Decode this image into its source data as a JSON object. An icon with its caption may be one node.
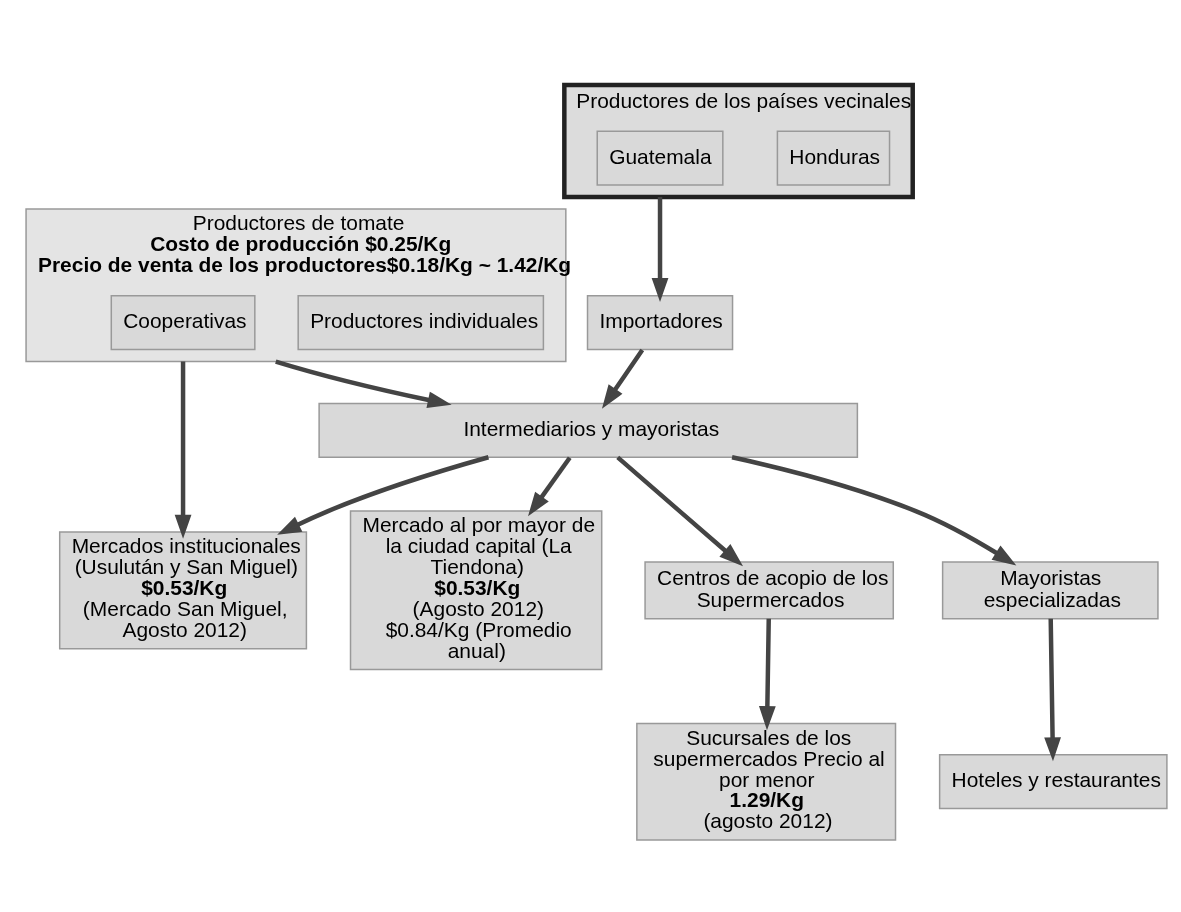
{
  "diagram": {
    "nodes": [
      {
        "text": [
          "Productores de tomate",
          "Costo de producción $0.25/Kg",
          "Precio de venta de los productores$0.18/Kg ~ 1.42/Kg"
        ]
      },
      {
        "text": [
          "Productores individuales"
        ],
        "in": 0
      },
      {
        "text": [
          "Cooperativas"
        ],
        "in": 0
      },
      {
        "text": [
          "Productores de los países vecinales"
        ]
      },
      {
        "text": [
          "Honduras"
        ],
        "in": 3
      },
      {
        "text": [
          "Guatemala"
        ],
        "in": 3
      },
      {
        "text": [
          "Importadores"
        ]
      },
      {
        "text": [
          "Mercados institucionales (Usulután y San Miguel)",
          "$0.53/Kg",
          "(Mercado San Miguel, Agosto 2012)"
        ]
      },
      {
        "text": [
          "Intermediarios y mayoristas"
        ]
      },
      {
        "text": [
          "Mercado al por mayor de la ciudad capital (La Tiendona)",
          "$0.53/Kg",
          "(Agosto 2012)",
          "$0.84/Kg (Promedio anual)"
        ]
      },
      {
        "text": [
          "Centros de acopio de los Supermercados"
        ]
      },
      {
        "text": [
          "Mayoristas especializadas"
        ]
      },
      {
        "text": [
          "Sucursales de los supermercados Precio al por menor",
          "1.29/Kg",
          "(agosto 2012)"
        ]
      },
      {
        "text": [
          "Hoteles y restaurantes"
        ]
      }
    ],
    "edges": [
      {
        "from": 0,
        "to": 7,
        "arrow": "to"
      },
      {
        "from": 0,
        "to": 8,
        "arrow": "to"
      },
      {
        "from": 3,
        "to": 6,
        "arrow": "to"
      },
      {
        "from": 6,
        "to": 8,
        "arrow": "to"
      },
      {
        "from": 8,
        "to": 7,
        "arrow": "to"
      },
      {
        "from": 8,
        "to": 9,
        "arrow": "to"
      },
      {
        "from": 8,
        "to": 10,
        "arrow": "to"
      },
      {
        "from": 8,
        "to": 11,
        "arrow": "to"
      },
      {
        "from": 10,
        "to": 12,
        "arrow": "to"
      },
      {
        "from": 11,
        "to": 13,
        "arrow": "to"
      }
    ]
  }
}
